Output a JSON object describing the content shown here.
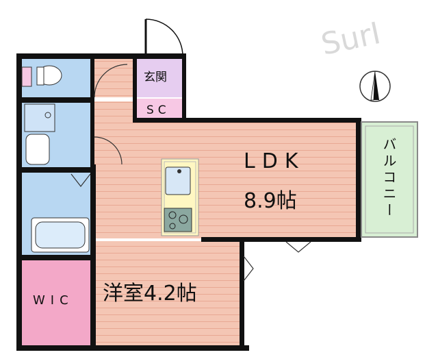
{
  "rooms": {
    "ldk": {
      "name": "LDK",
      "size": "8.9帖"
    },
    "western": {
      "label": "洋室4.2帖"
    },
    "wic": {
      "label": "WIC"
    },
    "entrance": {
      "label": "玄関"
    },
    "sc": {
      "label": "SC"
    },
    "balcony": {
      "label": "バルコニー"
    }
  },
  "colors": {
    "wall": "#111111",
    "floor_wood": "#f4c6b4",
    "floor_stripe": "#e8a893",
    "wet_area": "#b8d7f2",
    "entrance": "#e6cdf0",
    "sc": "#f7c8e4",
    "wic": "#f3a8c8",
    "balcony": "#d8efd4",
    "kitchen_counter": "#fff7c2"
  },
  "icons": {
    "north": "compass-north-icon",
    "toilet": "toilet-icon",
    "washbasin": "washbasin-icon",
    "bathtub": "bathtub-icon",
    "sink": "sink-icon",
    "stove": "stove-icon"
  }
}
